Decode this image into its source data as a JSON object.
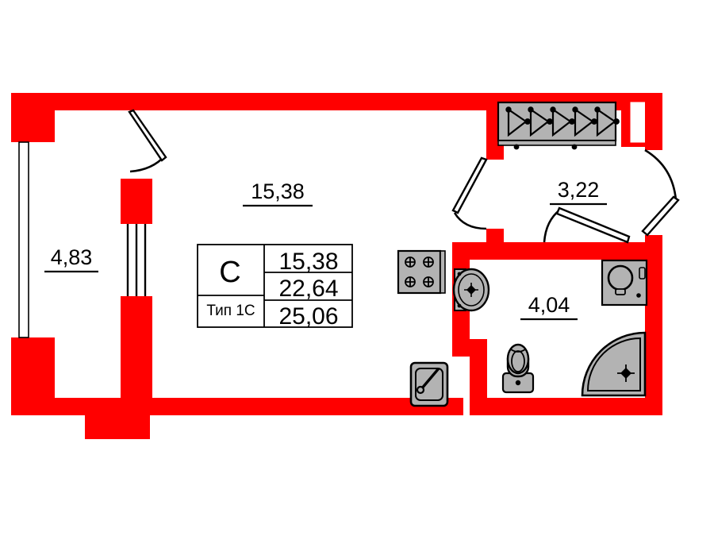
{
  "plan": {
    "title": "Apartment floor plan Type 1C",
    "wall_color": "#FF0000",
    "fixture_fill": "#B3B3B3",
    "fixture_stroke": "#000000",
    "background": "#FFFFFF",
    "line_color": "#000000"
  },
  "rooms": [
    {
      "id": "balcony",
      "name": "balcony",
      "area": "4,83"
    },
    {
      "id": "living",
      "name": "living-kitchen",
      "area": "15,38"
    },
    {
      "id": "hall",
      "name": "hallway",
      "area": "3,22"
    },
    {
      "id": "bathroom",
      "name": "bathroom",
      "area": "4,04"
    }
  ],
  "info_table": {
    "letter": "C",
    "type_label": "Тип 1С",
    "living_area": "15,38",
    "usable_area": "22,64",
    "total_area": "25,06"
  },
  "fixtures": [
    {
      "id": "coat-rack",
      "label": "coat rack",
      "hooks": 5
    },
    {
      "id": "stove",
      "label": "cooktop",
      "burners": 4
    },
    {
      "id": "kitchen-sink",
      "label": "kitchen sink"
    },
    {
      "id": "wash-basin",
      "label": "wash basin"
    },
    {
      "id": "washing-machine",
      "label": "washing machine"
    },
    {
      "id": "toilet",
      "label": "toilet"
    },
    {
      "id": "shower-tray",
      "label": "corner shower tray"
    }
  ],
  "doors": [
    {
      "id": "entry-door-left",
      "label": "room entry door"
    },
    {
      "id": "hall-door-left",
      "label": "hall to living door"
    },
    {
      "id": "front-door-right",
      "label": "front entrance door"
    },
    {
      "id": "bathroom-door",
      "label": "bathroom door"
    }
  ],
  "windows": [
    {
      "id": "balcony-glazing",
      "label": "balcony glazed wall"
    },
    {
      "id": "balcony-door-glass",
      "label": "balcony door glazing"
    }
  ]
}
